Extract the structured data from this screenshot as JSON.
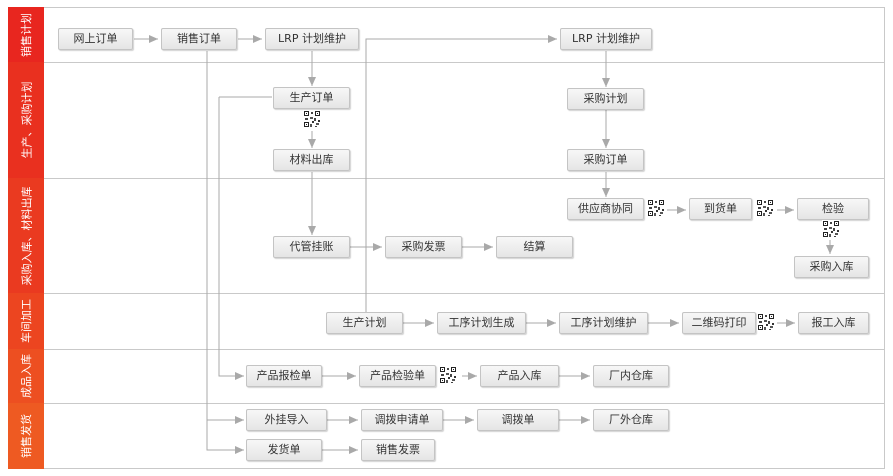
{
  "lanes": [
    {
      "key": "sales_plan",
      "label": "销售计划"
    },
    {
      "key": "prod_purchase_plan",
      "label": "生产、采购计划"
    },
    {
      "key": "purchase_material",
      "label": "采购入库、材料出库"
    },
    {
      "key": "workshop",
      "label": "车间加工"
    },
    {
      "key": "finished",
      "label": "成品入库"
    },
    {
      "key": "delivery",
      "label": "销售发货"
    }
  ],
  "nodes": {
    "online_order": "网上订单",
    "sales_order": "销售订单",
    "lrp_1": "LRP 计划维护",
    "lrp_2": "LRP 计划维护",
    "production_order": "生产订单",
    "material_out": "材料出库",
    "purchase_plan": "采购计划",
    "purchase_order": "采购订单",
    "supplier_collab": "供应商协同",
    "arrival": "到货单",
    "inspection": "检验",
    "purchase_in": "采购入库",
    "consign_charge": "代管挂账",
    "purchase_invoice": "采购发票",
    "settlement": "结算",
    "production_plan": "生产计划",
    "process_plan_gen": "工序计划生成",
    "process_plan_maint": "工序计划维护",
    "qr_print": "二维码打印",
    "work_report_in": "报工入库",
    "product_inspect_report": "产品报检单",
    "product_inspect": "产品检验单",
    "product_in": "产品入库",
    "factory_warehouse": "厂内仓库",
    "outsourced_in": "外挂导入",
    "transfer_request": "调拨申请单",
    "transfer_order": "调拨单",
    "external_warehouse": "厂外仓库",
    "delivery_note": "发货单",
    "sales_invoice": "销售发票"
  },
  "colors": {
    "lane_red": "#e8261f",
    "lane_orange": "#ee5a22",
    "connector": "#a9a9a9",
    "box_border": "#c4c4c4",
    "text": "#333333"
  },
  "icons": {
    "qr": "qr-code-icon"
  }
}
